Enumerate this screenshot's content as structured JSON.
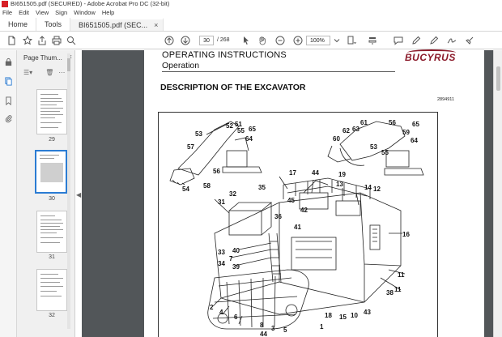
{
  "window": {
    "title": "BI651505.pdf (SECURED) - Adobe Acrobat Pro DC (32-bit)"
  },
  "menu": [
    "File",
    "Edit",
    "View",
    "Sign",
    "Window",
    "Help"
  ],
  "tabs": {
    "home": "Home",
    "tools": "Tools",
    "document": "BI651505.pdf (SEC...",
    "close": "×"
  },
  "toolbar": {
    "current_page": "30",
    "total_pages": "/ 268",
    "zoom": "100%"
  },
  "thumbnails": {
    "title": "Page Thum...",
    "close": "×",
    "pages": [
      "29",
      "30",
      "31",
      "32"
    ],
    "selected_page": "30"
  },
  "document": {
    "header_line1": "OPERATING INSTRUCTIONS",
    "header_line2": "Operation",
    "logo": "BUCYRUS",
    "section_title": "DESCRIPTION OF THE EXCAVATOR",
    "figure_ref": "2894911"
  },
  "figure_labels": [
    "53",
    "52",
    "51",
    "55",
    "65",
    "57",
    "54",
    "58",
    "56",
    "64",
    "60",
    "62",
    "63",
    "61",
    "56",
    "65",
    "53",
    "55",
    "59",
    "64",
    "17",
    "44",
    "19",
    "13",
    "14",
    "12",
    "35",
    "45",
    "42",
    "41",
    "36",
    "32",
    "31",
    "16",
    "33",
    "34",
    "39",
    "40",
    "7",
    "11",
    "11",
    "38",
    "2",
    "4",
    "6",
    "8",
    "3",
    "5",
    "44",
    "1",
    "18",
    "15",
    "10",
    "43"
  ]
}
